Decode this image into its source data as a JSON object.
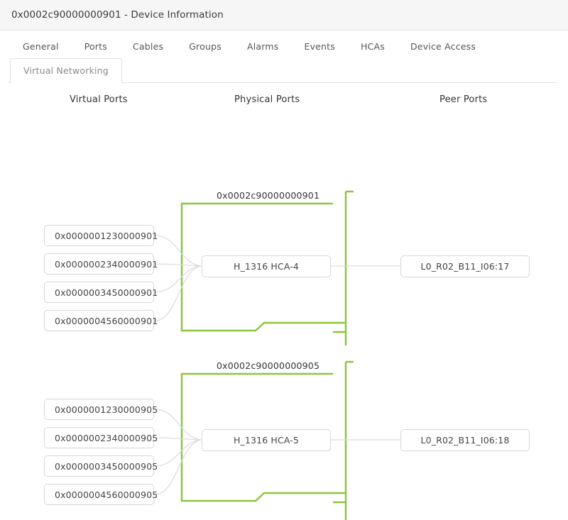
{
  "window": {
    "title": "0x0002c90000000901 - Device Information"
  },
  "primary_tabs": [
    {
      "label": "General"
    },
    {
      "label": "Ports"
    },
    {
      "label": "Cables"
    },
    {
      "label": "Groups"
    },
    {
      "label": "Alarms"
    },
    {
      "label": "Events"
    },
    {
      "label": "HCAs"
    },
    {
      "label": "Device Access"
    }
  ],
  "secondary_tabs": [
    {
      "label": "Virtual Networking",
      "active": true
    }
  ],
  "columns": [
    {
      "label": "Virtual Ports"
    },
    {
      "label": "Physical Ports"
    },
    {
      "label": "Peer Ports"
    }
  ],
  "colors": {
    "group_border": "#8cc63f",
    "node_border": "#d6d6d6",
    "link": "#dcdcdc",
    "titlebar_bg": "#f6f6f6"
  },
  "groups": [
    {
      "label": "0x0002c90000000901",
      "virtual_ports": [
        {
          "label": "0x0000001230000901"
        },
        {
          "label": "0x0000002340000901"
        },
        {
          "label": "0x0000003450000901"
        },
        {
          "label": "0x0000004560000901"
        }
      ],
      "physical_port": {
        "label": "H_1316 HCA-4"
      },
      "peer_port": {
        "label": "L0_R02_B11_I06:17"
      }
    },
    {
      "label": "0x0002c90000000905",
      "virtual_ports": [
        {
          "label": "0x0000001230000905"
        },
        {
          "label": "0x0000002340000905"
        },
        {
          "label": "0x0000003450000905"
        },
        {
          "label": "0x0000004560000905"
        }
      ],
      "physical_port": {
        "label": "H_1316 HCA-5"
      },
      "peer_port": {
        "label": "L0_R02_B11_I06:18"
      }
    }
  ]
}
